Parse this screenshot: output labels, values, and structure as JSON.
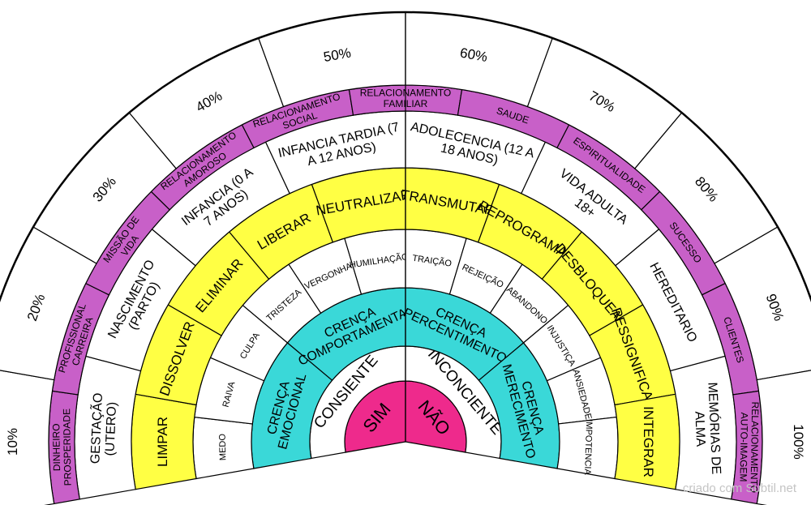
{
  "credit": "criado com Subtil.net",
  "colors": {
    "pink": "#ee2a8c",
    "cyan": "#3ad8d8",
    "yellow": "#ffff44",
    "violet": "#c860c8",
    "white": "#ffffff",
    "line": "#000000"
  },
  "rings": [
    {
      "name": "center",
      "color": "pink",
      "labels": [
        "SIM",
        "NÃO"
      ]
    },
    {
      "name": "conscious",
      "color": "white",
      "labels": [
        "CONSIENTE",
        "INCONCIENTE"
      ]
    },
    {
      "name": "beliefs",
      "color": "cyan",
      "labels": [
        "CRENÇA EMOCIONAL",
        "CRENÇA COMPORTAMENTAL",
        "CRENÇA PERCENTIMENTO",
        "CRENÇA MERECIMENTO"
      ]
    },
    {
      "name": "emotions",
      "color": "white",
      "labels": [
        "MEDO",
        "RAIVA",
        "CULPA",
        "TRISTEZA",
        "VERGONHA",
        "HUMILHAÇÃO",
        "TRAIÇÃO",
        "REJEIÇÃO",
        "ABANDONO",
        "INJUSTIÇA",
        "ANSIEDADE",
        "IMPOTENCIA"
      ]
    },
    {
      "name": "actions",
      "color": "yellow",
      "labels": [
        "LIMPAR",
        "DISSOLVER",
        "ELIMINAR",
        "LIBERAR",
        "NEUTRALIZAR",
        "TRANSMUTAR",
        "REPROGRAMAR",
        "DESBLOQUEAR",
        "RESSIGNIFICAR",
        "INTEGRAR"
      ]
    },
    {
      "name": "life_stages",
      "color": "white",
      "labels": [
        "GESTAÇÃO (UTERO)",
        "NASCIMENTO (PARTO)",
        "INFANCIA (0 A 7 ANOS)",
        "INFANCIA TARDIA (7 A 12 ANOS)",
        "ADOLECENCIA (12 A 18 ANOS)",
        "VIDA ADULTA 18+",
        "HEREDITARIO",
        "MEMÓRIAS DE ALMA"
      ]
    },
    {
      "name": "areas",
      "color": "violet",
      "labels": [
        "DINHEIRO PROSPERIDADE",
        "PROFISSIONAL CARREIRA",
        "MISSÃO DE VIDA",
        "RELACIONAMENTO AMOROSO",
        "RELACIONAMENTO SOCIAL",
        "RELACIONAMENTO FAMILIAR",
        "SAUDE",
        "ESPIRITUALIDADE",
        "SUCESSO",
        "CLIENTES",
        "RELACIONAMENTO AUTO-IMAGEM"
      ]
    },
    {
      "name": "percent",
      "color": "white",
      "labels": [
        "10%",
        "20%",
        "30%",
        "40%",
        "50%",
        "60%",
        "70%",
        "80%",
        "90%",
        "100%"
      ]
    }
  ]
}
